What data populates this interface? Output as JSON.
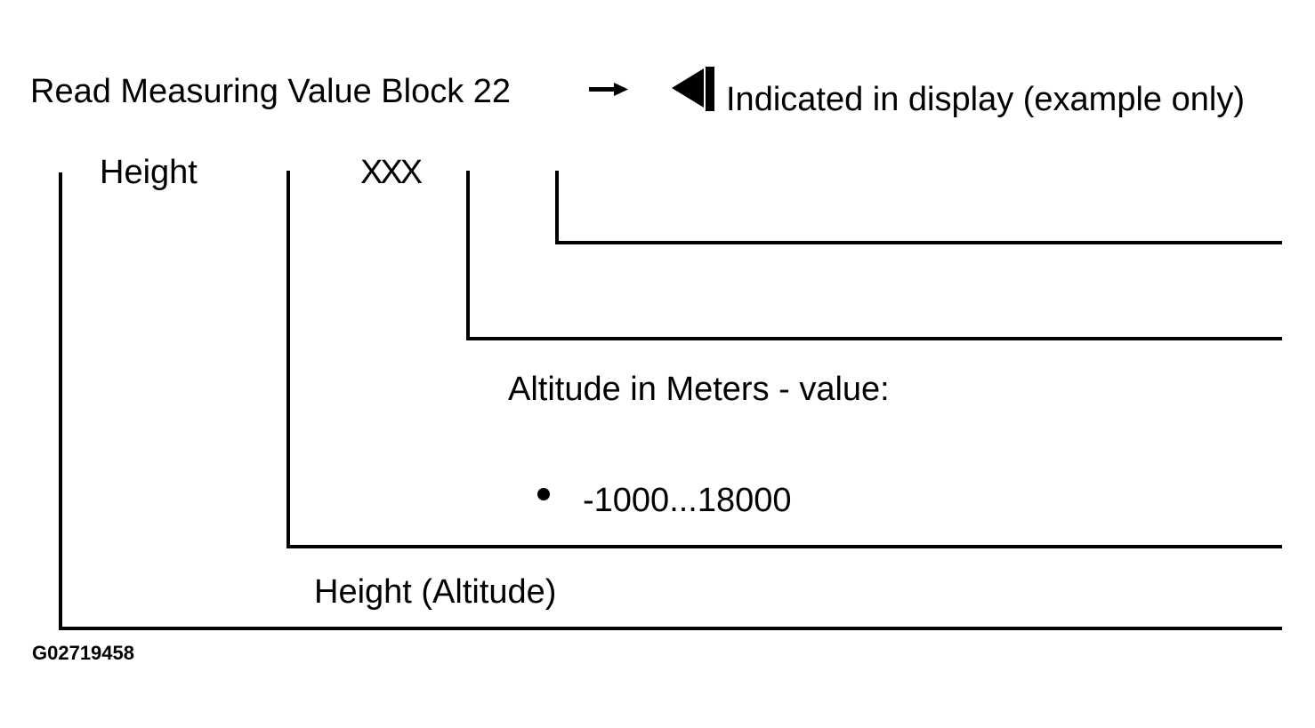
{
  "header": {
    "title": "Read Measuring Value Block 22",
    "arrow_icon": "right-arrow-icon",
    "display_icon": "left-triangle-icon",
    "indicated_text": "Indicated in display (example only)"
  },
  "display_fields": [
    {
      "label": "Height"
    },
    {
      "label": "XXX"
    }
  ],
  "field_descriptions": {
    "display_value_title": "Altitude in Meters - value:",
    "bullet_icon": "bullet-icon",
    "display_value_range": "-1000...18000",
    "field1_name": "Height (Altitude)"
  },
  "figure_code": "G02719458"
}
